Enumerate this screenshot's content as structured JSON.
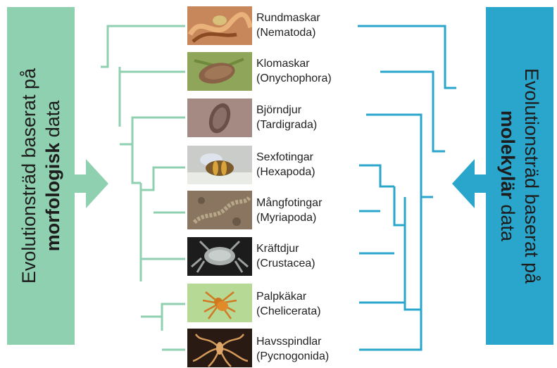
{
  "left_title": {
    "line1": "Evolutionsträd baserat på",
    "bold": "morfologisk",
    "rest": " data"
  },
  "right_title": {
    "line1": "Evolutionsträd baserat på",
    "bold": "molekylär",
    "rest": " data"
  },
  "colors": {
    "morph": "#8fd0b0",
    "mol": "#2aa6cc",
    "morph_line": "#8fd0b0",
    "mol_line": "#2aa6cc"
  },
  "taxa": [
    {
      "name": "Rundmaskar",
      "latin": "(Nematoda)",
      "icon": "nematode-photo"
    },
    {
      "name": "Klomaskar",
      "latin": "(Onychophora)",
      "icon": "velvet-worm-photo"
    },
    {
      "name": "Björndjur",
      "latin": "(Tardigrada)",
      "icon": "tardigrade-photo"
    },
    {
      "name": "Sexfotingar",
      "latin": "(Hexapoda)",
      "icon": "bee-photo"
    },
    {
      "name": "Mångfotingar",
      "latin": "(Myriapoda)",
      "icon": "millipede-photo"
    },
    {
      "name": "Kräftdjur",
      "latin": "(Crustacea)",
      "icon": "crab-photo"
    },
    {
      "name": "Palpkäkar",
      "latin": "(Chelicerata)",
      "icon": "spider-photo"
    },
    {
      "name": "Havsspindlar",
      "latin": "(Pycnogonida)",
      "icon": "sea-spider-photo"
    }
  ]
}
